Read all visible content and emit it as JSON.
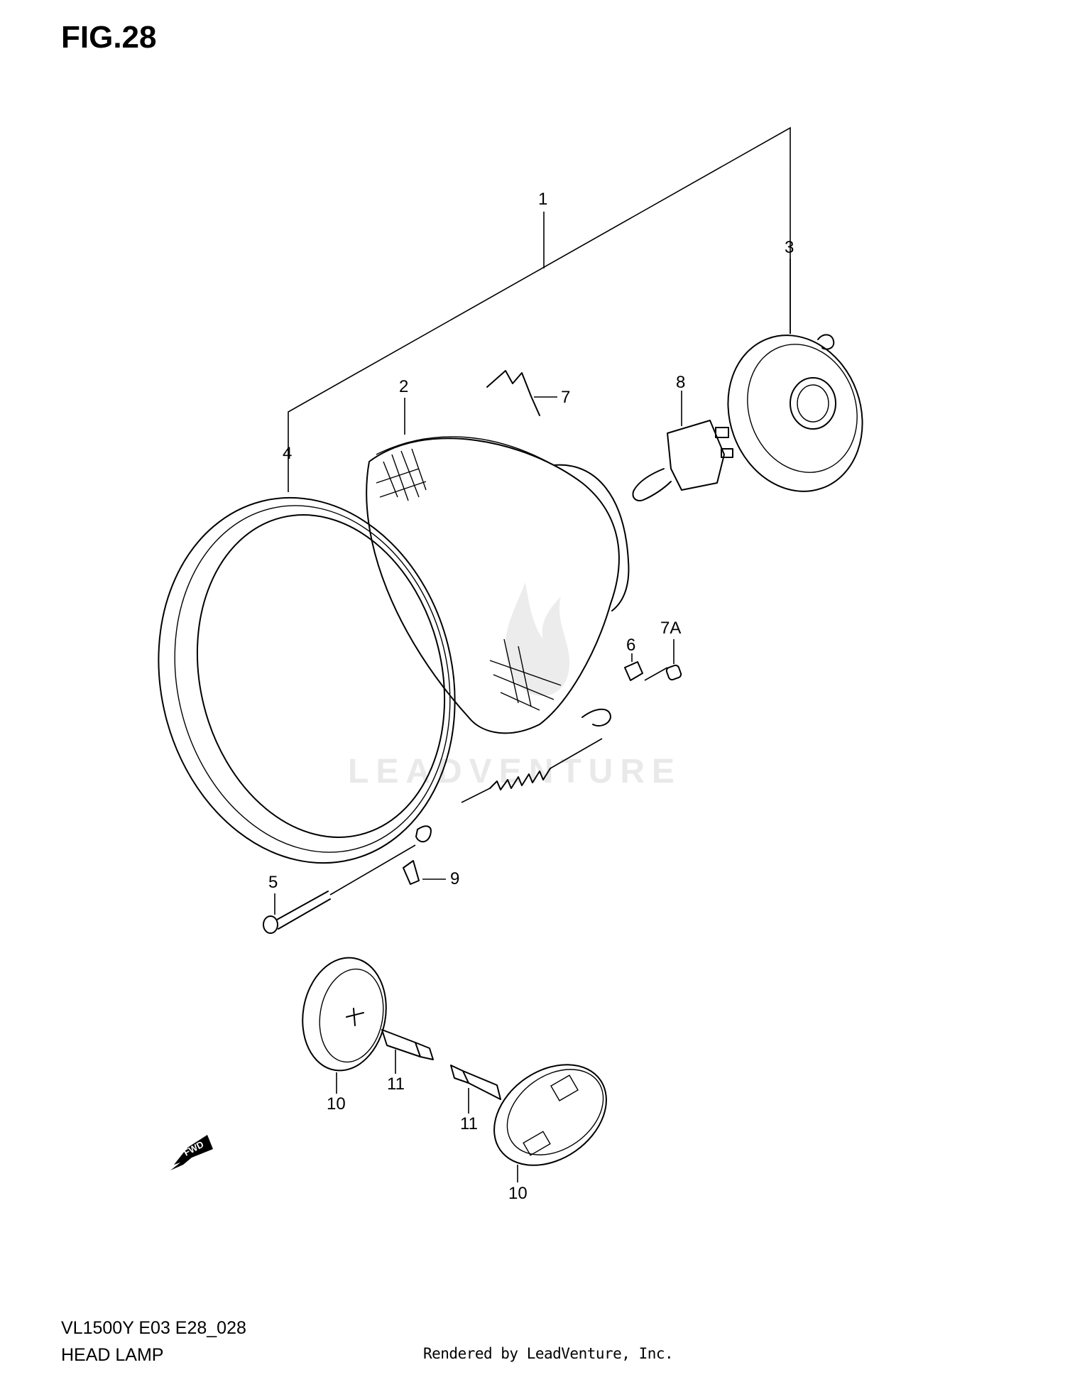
{
  "figure_title": "FIG.28",
  "model_code": "VL1500Y E03 E28_028",
  "section_name": "HEAD LAMP",
  "render_credit": "Rendered by LeadVenture, Inc.",
  "watermark": "LEADVENTURE",
  "forward_marker": "FWD",
  "callouts": [
    {
      "id": "c1",
      "label": "1"
    },
    {
      "id": "c2",
      "label": "2"
    },
    {
      "id": "c3",
      "label": "3"
    },
    {
      "id": "c4",
      "label": "4"
    },
    {
      "id": "c5",
      "label": "5"
    },
    {
      "id": "c6",
      "label": "6"
    },
    {
      "id": "c7",
      "label": "7"
    },
    {
      "id": "c7a",
      "label": "7A"
    },
    {
      "id": "c8",
      "label": "8"
    },
    {
      "id": "c9",
      "label": "9"
    },
    {
      "id": "c10a",
      "label": "10"
    },
    {
      "id": "c10b",
      "label": "10"
    },
    {
      "id": "c11a",
      "label": "11"
    },
    {
      "id": "c11b",
      "label": "11"
    }
  ]
}
